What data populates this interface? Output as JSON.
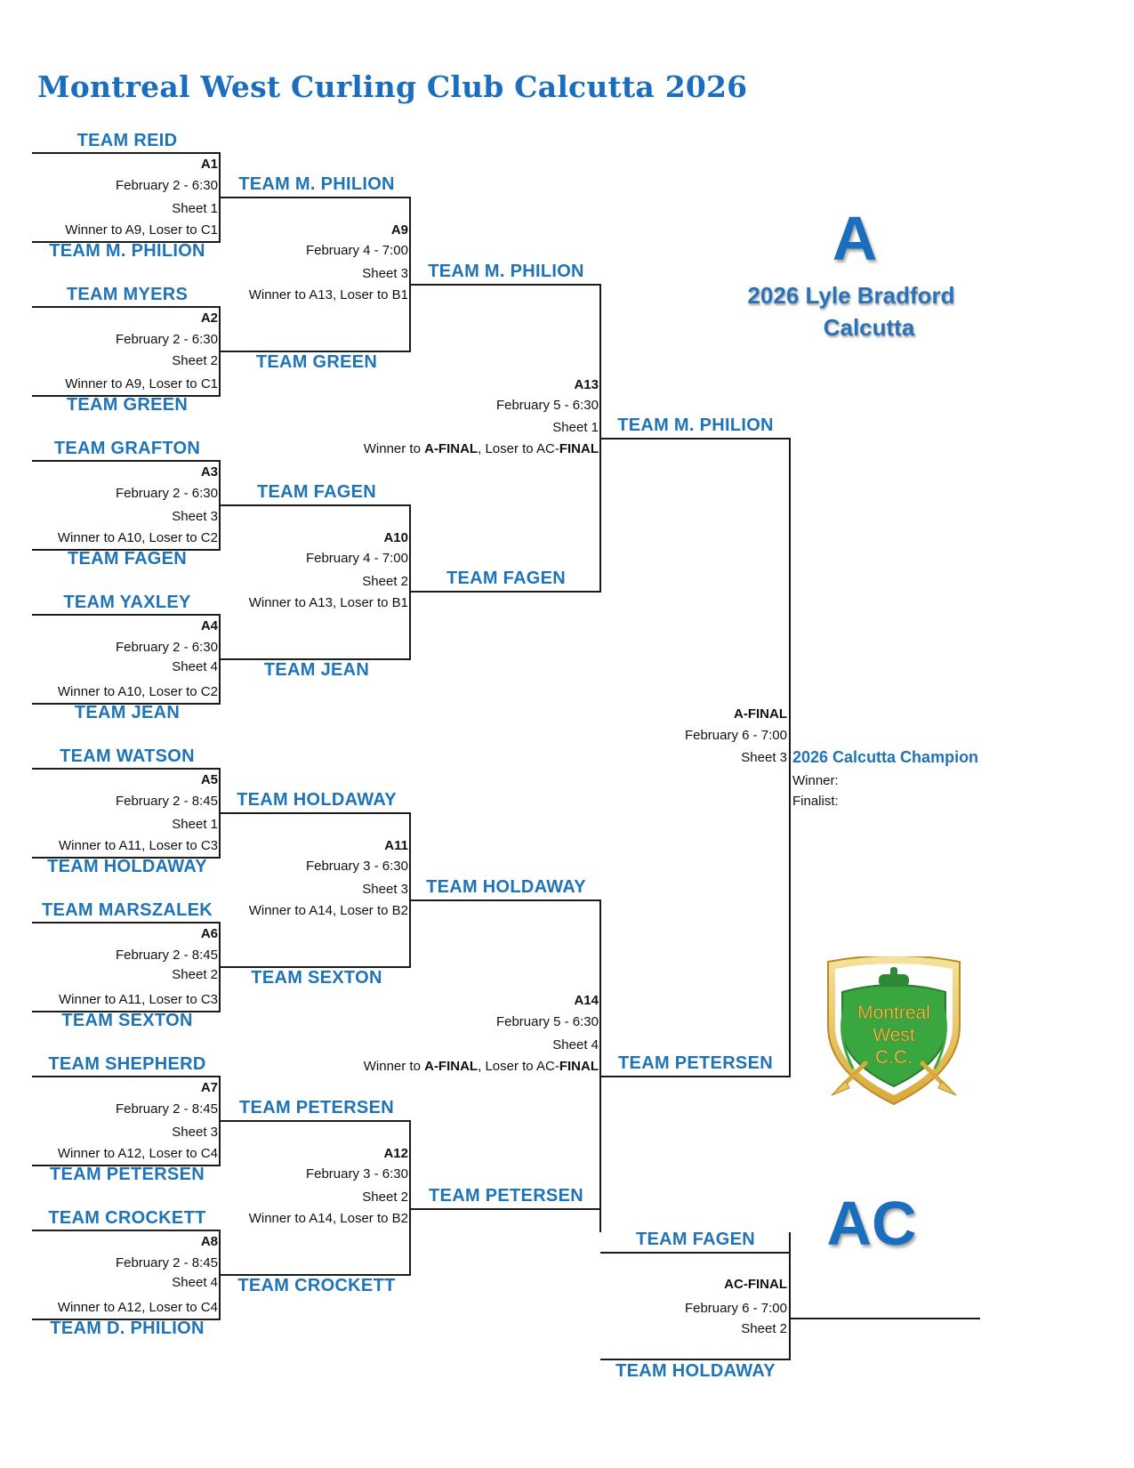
{
  "title": "Montreal West Curling Club Calcutta 2026",
  "colors": {
    "accent": "#1f73b7",
    "lines": "#1a1a1a",
    "logo_green": "#3aa640",
    "logo_gold": "#e7c65a"
  },
  "teams": {
    "r1_1": "TEAM REID",
    "r1_2": "TEAM M. PHILION",
    "r1_3": "TEAM MYERS",
    "r1_4": "TEAM GREEN",
    "r1_5": "TEAM GRAFTON",
    "r1_6": "TEAM FAGEN",
    "r1_7": "TEAM YAXLEY",
    "r1_8": "TEAM JEAN",
    "r1_9": "TEAM WATSON",
    "r1_10": "TEAM HOLDAWAY",
    "r1_11": "TEAM MARSZALEK",
    "r1_12": "TEAM SEXTON",
    "r1_13": "TEAM SHEPHERD",
    "r1_14": "TEAM PETERSEN",
    "r1_15": "TEAM CROCKETT",
    "r1_16": "TEAM D. PHILION",
    "r2_1": "TEAM M. PHILION",
    "r2_2": "TEAM GREEN",
    "r2_3": "TEAM FAGEN",
    "r2_4": "TEAM JEAN",
    "r2_5": "TEAM HOLDAWAY",
    "r2_6": "TEAM SEXTON",
    "r2_7": "TEAM PETERSEN",
    "r2_8": "TEAM CROCKETT",
    "r3_1": "TEAM M. PHILION",
    "r3_2": "TEAM FAGEN",
    "r3_3": "TEAM HOLDAWAY",
    "r3_4": "TEAM PETERSEN",
    "r4_1": "TEAM M. PHILION",
    "r4_2": "TEAM PETERSEN",
    "ac_1": "TEAM FAGEN",
    "ac_2": "TEAM HOLDAWAY"
  },
  "games": {
    "A1": {
      "code": "A1",
      "date": "February 2 - 6:30",
      "sheet": "Sheet 1",
      "route": "Winner to A9, Loser to C1"
    },
    "A2": {
      "code": "A2",
      "date": "February 2 - 6:30",
      "sheet": "Sheet 2",
      "route": "Winner to A9, Loser to C1"
    },
    "A3": {
      "code": "A3",
      "date": "February 2 - 6:30",
      "sheet": "Sheet 3",
      "route": "Winner to A10, Loser to C2"
    },
    "A4": {
      "code": "A4",
      "date": "February 2 - 6:30",
      "sheet": "Sheet 4",
      "route": "Winner to A10, Loser to C2"
    },
    "A5": {
      "code": "A5",
      "date": "February 2 - 8:45",
      "sheet": "Sheet 1",
      "route": "Winner to A11, Loser to C3"
    },
    "A6": {
      "code": "A6",
      "date": "February 2 - 8:45",
      "sheet": "Sheet 2",
      "route": "Winner to A11, Loser to C3"
    },
    "A7": {
      "code": "A7",
      "date": "February 2 - 8:45",
      "sheet": "Sheet 3",
      "route": "Winner to A12, Loser to C4"
    },
    "A8": {
      "code": "A8",
      "date": "February 2 - 8:45",
      "sheet": "Sheet 4",
      "route": "Winner to A12, Loser to C4"
    },
    "A9": {
      "code": "A9",
      "date": "February 4 - 7:00",
      "sheet": "Sheet 3",
      "route": "Winner to A13, Loser to B1"
    },
    "A10": {
      "code": "A10",
      "date": "February 4 - 7:00",
      "sheet": "Sheet 2",
      "route": "Winner to A13, Loser to B1"
    },
    "A11": {
      "code": "A11",
      "date": "February 3 - 6:30",
      "sheet": "Sheet 3",
      "route": "Winner to A14, Loser to B2"
    },
    "A12": {
      "code": "A12",
      "date": "February 3 - 6:30",
      "sheet": "Sheet 2",
      "route": "Winner to A14, Loser to B2"
    },
    "A13": {
      "code": "A13",
      "date": "February 5 - 6:30",
      "sheet": "Sheet 1",
      "route_a": "Winner to ",
      "route_b": "A-FINAL",
      "route_c": ", Loser to AC-",
      "route_d": "FINAL"
    },
    "A14": {
      "code": "A14",
      "date": "February 5 - 6:30",
      "sheet": "Sheet 4",
      "route_a": "Winner to ",
      "route_b": "A-FINAL",
      "route_c": ", Loser to AC-",
      "route_d": "FINAL"
    },
    "AFINAL": {
      "code": "A-FINAL",
      "date": "February 6 - 7:00",
      "sheet": "Sheet 3"
    },
    "ACFINAL": {
      "code": "AC-FINAL",
      "date": "February 6 - 7:00",
      "sheet": "Sheet 2"
    }
  },
  "side": {
    "big_a": "A",
    "trophy_line1": "2026 Lyle Bradford",
    "trophy_line2": "Calcutta",
    "champion": "2026 Calcutta Champion",
    "winner": "Winner:",
    "finalist": "Finalist:",
    "big_ac": "AC"
  },
  "logo": {
    "line1": "Montreal",
    "line2": "West",
    "line3": "C.C."
  }
}
